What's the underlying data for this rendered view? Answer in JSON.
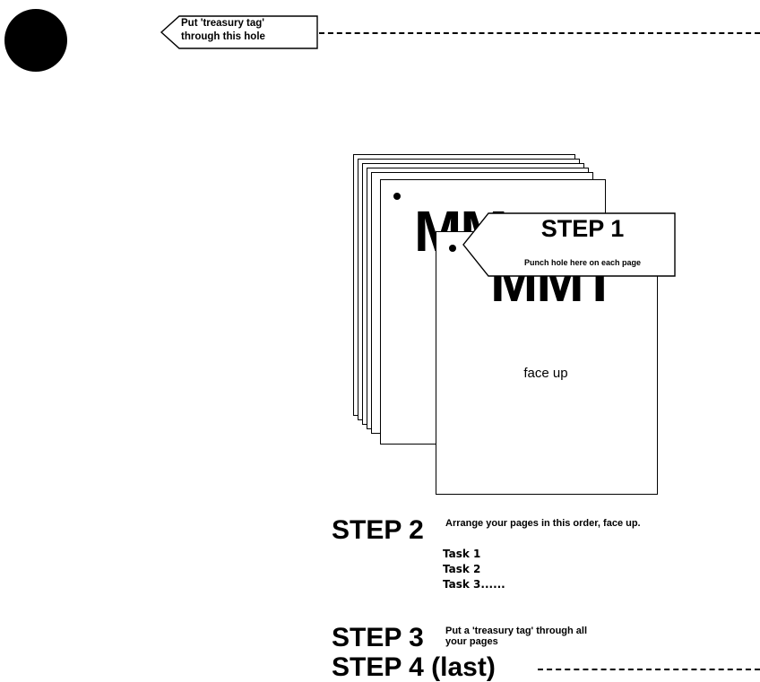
{
  "tag_label": {
    "line1": "Put 'treasury tag'",
    "line2": "through this hole"
  },
  "illustration": {
    "back_page_text": "MM",
    "front_page_text": "MMT",
    "front_page_caption": "face up"
  },
  "step1": {
    "title": "STEP 1",
    "note": "Punch hole here on each page"
  },
  "step2": {
    "title": "STEP 2",
    "description": "Arrange your pages in this order, face up.",
    "tasks": [
      "Task 1",
      "Task 2",
      "Task 3......"
    ]
  },
  "step3": {
    "title": "STEP 3",
    "description_line1": "Put a 'treasury tag' through all",
    "description_line2": "your pages"
  },
  "step4": {
    "title": "STEP 4 (last)"
  }
}
